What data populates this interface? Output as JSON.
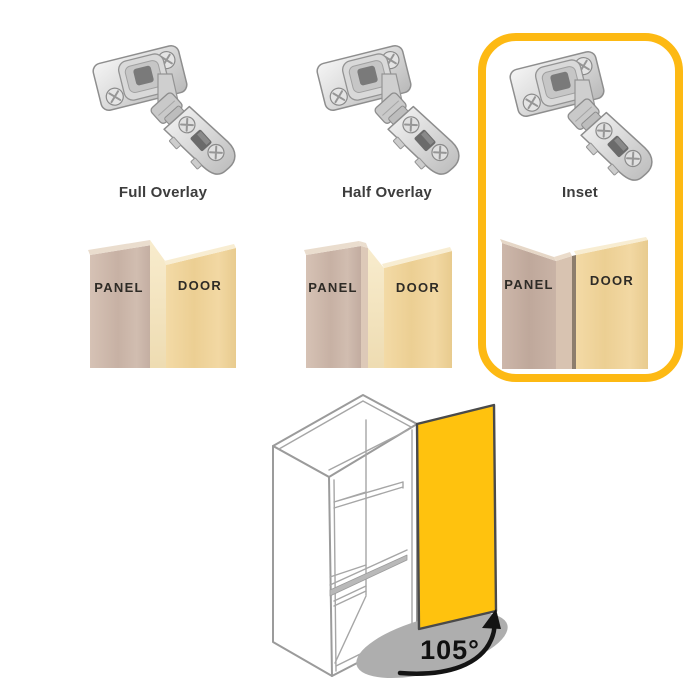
{
  "options": [
    {
      "id": "full-overlay",
      "label": "Full Overlay",
      "panel_label": "PANEL",
      "door_label": "DOOR",
      "selected": false
    },
    {
      "id": "half-overlay",
      "label": "Half Overlay",
      "panel_label": "PANEL",
      "door_label": "DOOR",
      "selected": false
    },
    {
      "id": "inset",
      "label": "Inset",
      "panel_label": "PANEL",
      "door_label": "DOOR",
      "selected": true
    }
  ],
  "cabinet": {
    "opening_angle": "105°"
  },
  "colors": {
    "highlight_border": "#FDB913",
    "door": "#FFC20E",
    "swing_arc": "#AEAEAE",
    "label_text": "#3D3D3D"
  },
  "icons": {
    "hinge": "concealed-hinge-icon"
  }
}
